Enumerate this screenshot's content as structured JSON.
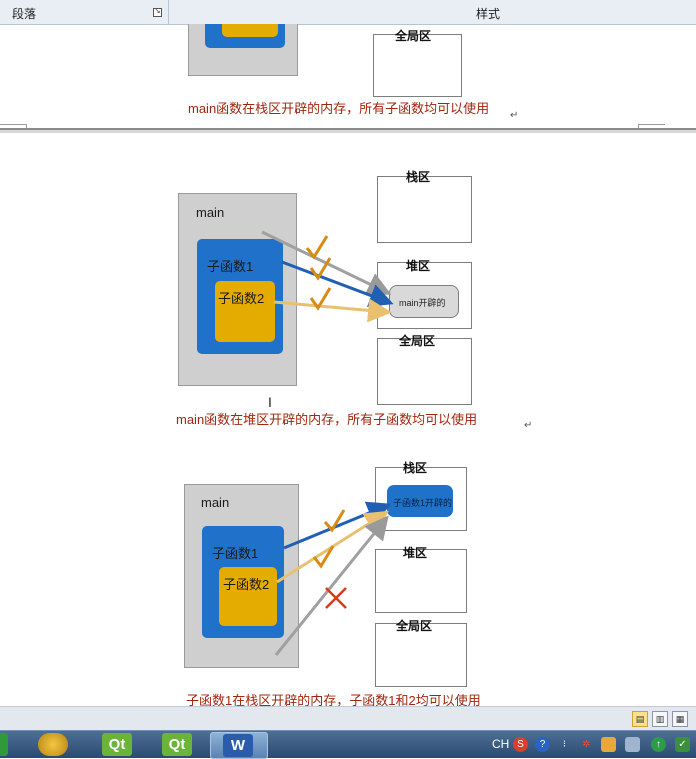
{
  "ribbon": {
    "paragraph_group": "段落",
    "styles_group": "样式"
  },
  "diagram1": {
    "global_label": "全局区",
    "caption": "main函数在栈区开辟的内存，所有子函数均可以使用"
  },
  "diagram2": {
    "main_label": "main",
    "sub1_label": "子函数1",
    "sub2_label": "子函数2",
    "stack_label": "栈区",
    "heap_label": "堆区",
    "global_label": "全局区",
    "alloc_label": "main开辟的",
    "caption": "main函数在堆区开辟的内存，所有子函数均可以使用"
  },
  "diagram3": {
    "main_label": "main",
    "sub1_label": "子函数1",
    "sub2_label": "子函数2",
    "stack_label": "栈区",
    "heap_label": "堆区",
    "global_label": "全局区",
    "alloc_label": "子函数1开辟的",
    "caption": "子函数1在栈区开辟的内存，子函数1和2均可以使用"
  },
  "colors": {
    "caption_red": "#a1260d",
    "function_blue": "#1f71c9",
    "function_yellow": "#e5ac00",
    "check_orange": "#d98a12",
    "cross_red": "#d63b1a"
  },
  "taskbar": {
    "apps": [
      "app-icon",
      "qt-creator",
      "qt-designer",
      "word"
    ],
    "qt_label": "Qt",
    "word_label": "W",
    "tray_lang": "CH"
  }
}
